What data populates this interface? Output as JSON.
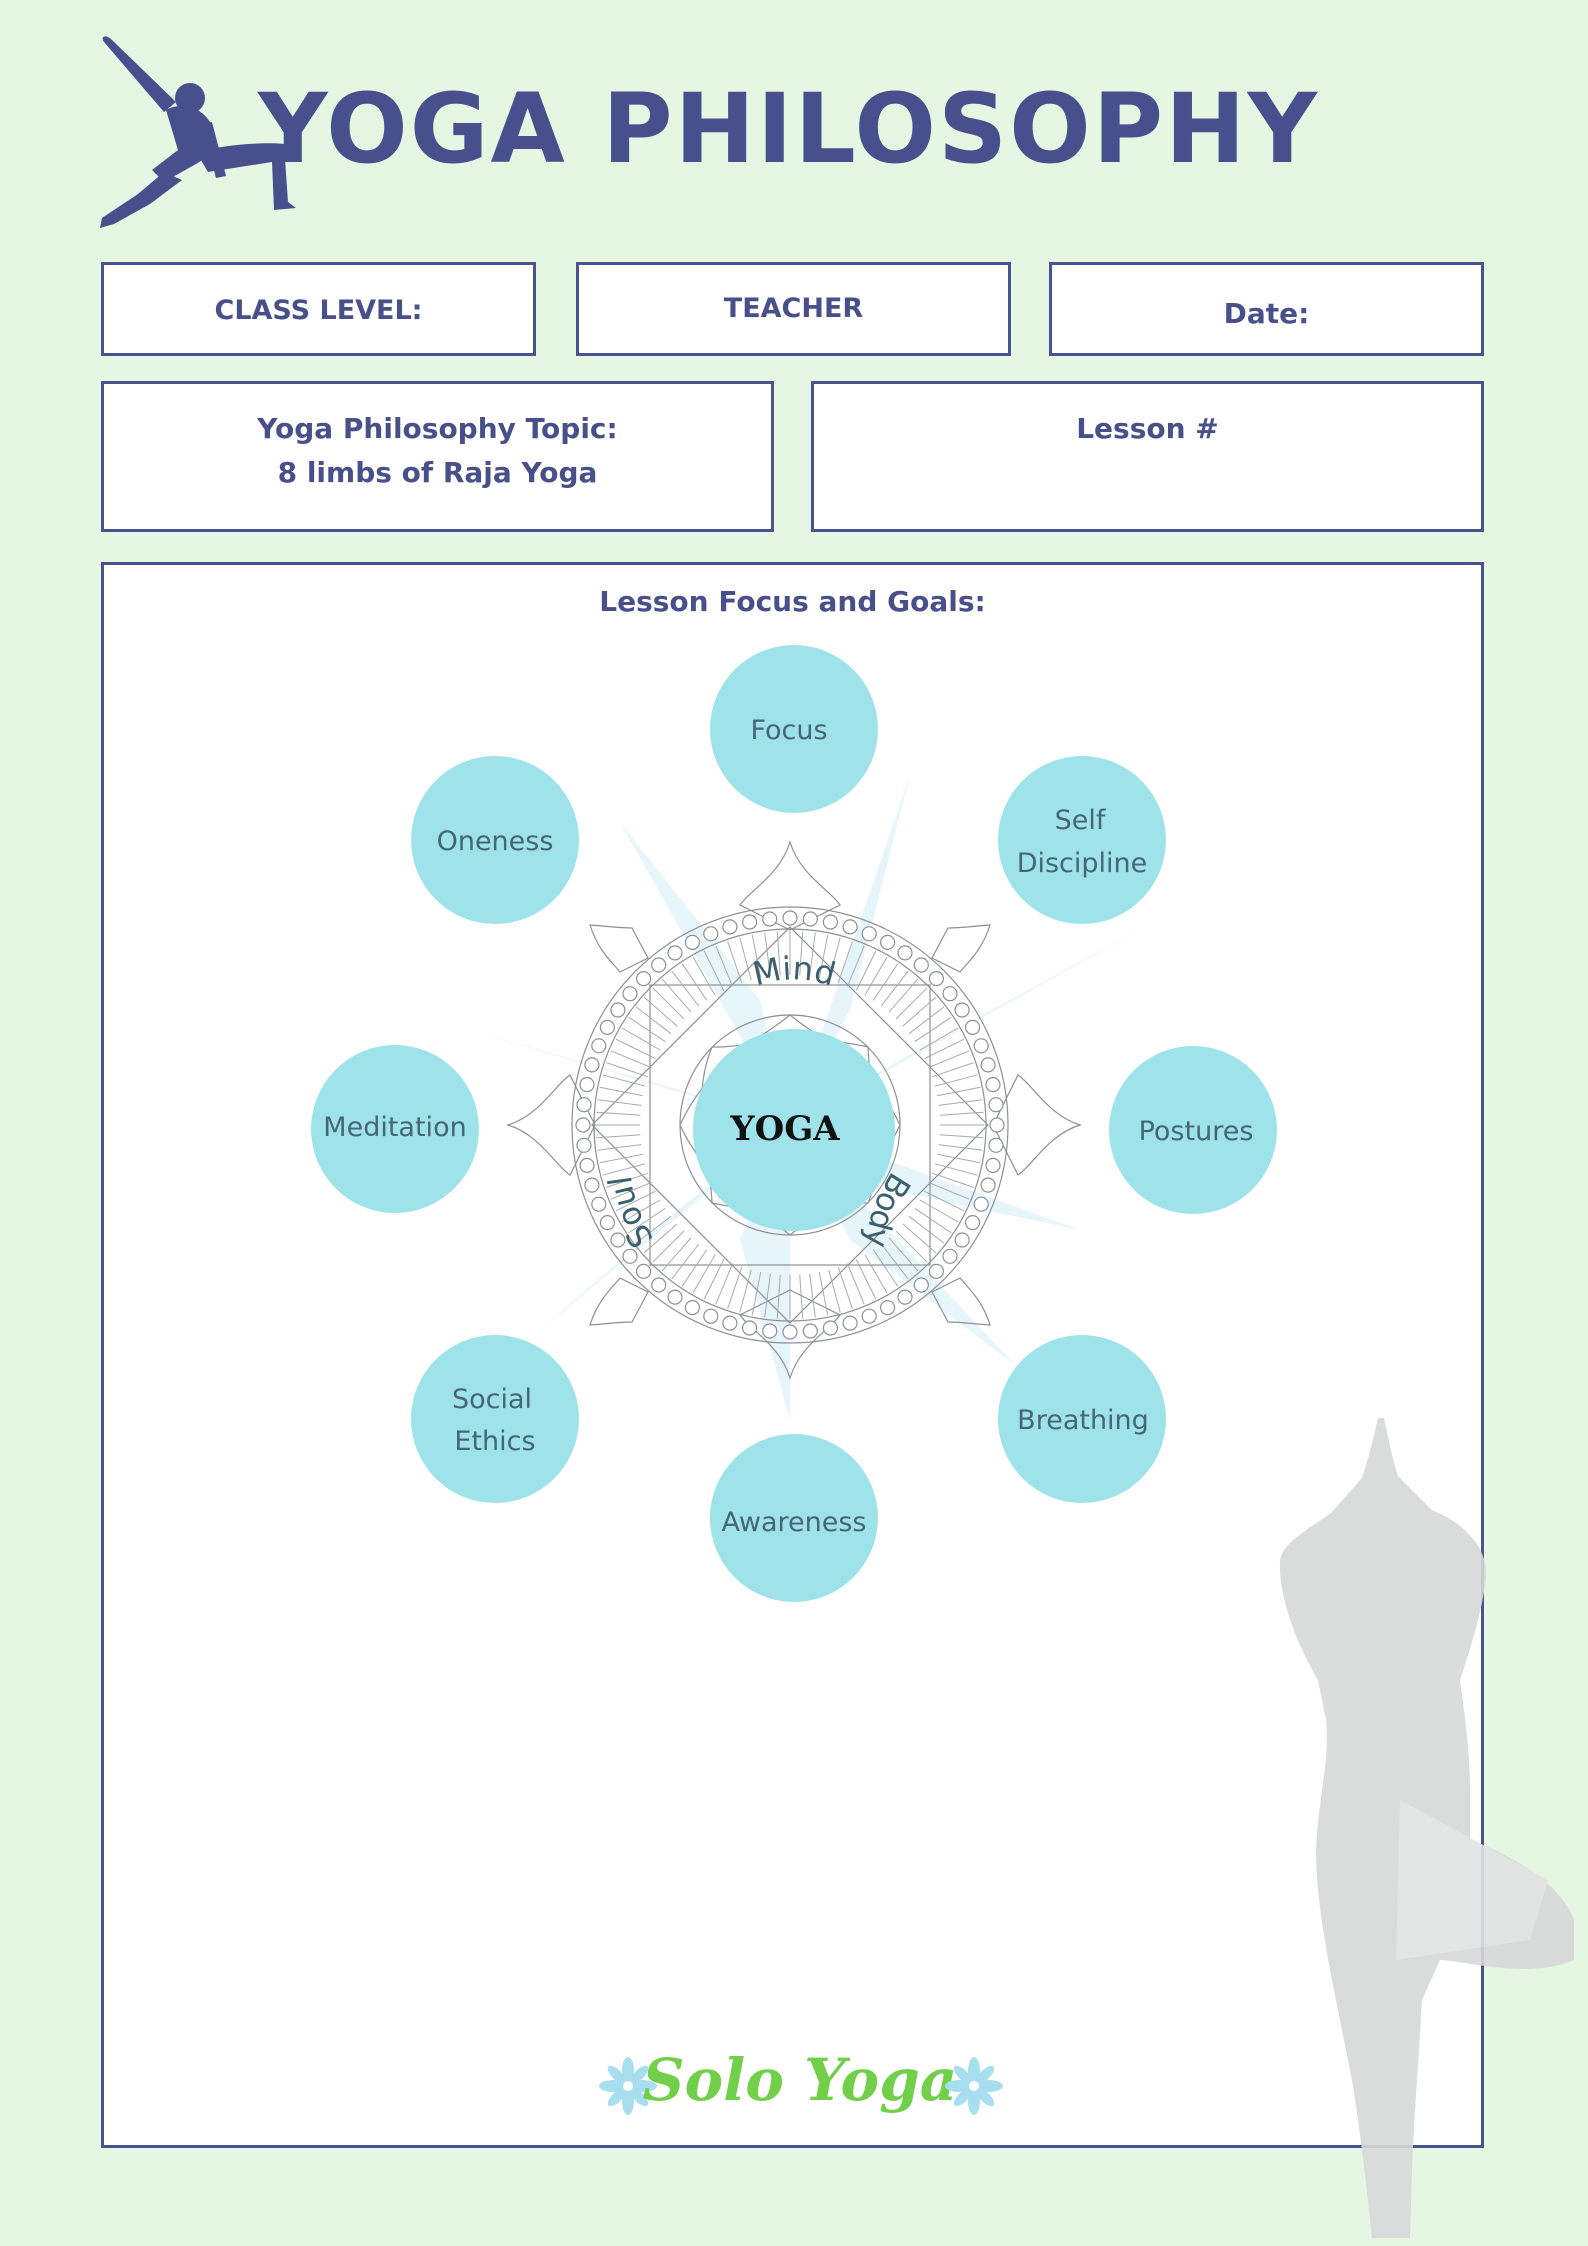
{
  "header": {
    "title": "YOGA PHILOSOPHY"
  },
  "info": {
    "class_level_label": "CLASS LEVEL:",
    "teacher_label": "TEACHER",
    "date_label": "Date:",
    "topic_label": "Yoga Philosophy Topic:",
    "topic_value": "8 limbs of Raja Yoga",
    "lesson_label": "Lesson #"
  },
  "main": {
    "focus_title": "Lesson Focus and Goals:",
    "center_label": "YOGA",
    "ring_words": {
      "mind": "Mind",
      "body": "Body",
      "soul": "Soul"
    },
    "limbs": {
      "focus": "Focus",
      "self_discipline_line1": "Self",
      "self_discipline_line2": "Discipline",
      "postures": "Postures",
      "breathing": "Breathing",
      "awareness": "Awareness",
      "social_ethics_line1": "Social",
      "social_ethics_line2": "Ethics",
      "meditation": "Meditation",
      "oneness": "Oneness"
    }
  },
  "footer": {
    "brand": "Solo Yoga"
  },
  "colors": {
    "page_bg": "#e5f7e3",
    "navy": "#47508c",
    "circle_fill": "#9ee3ea",
    "brand_green": "#72cf4a",
    "silhouette_grey": "#d4d4d4"
  }
}
